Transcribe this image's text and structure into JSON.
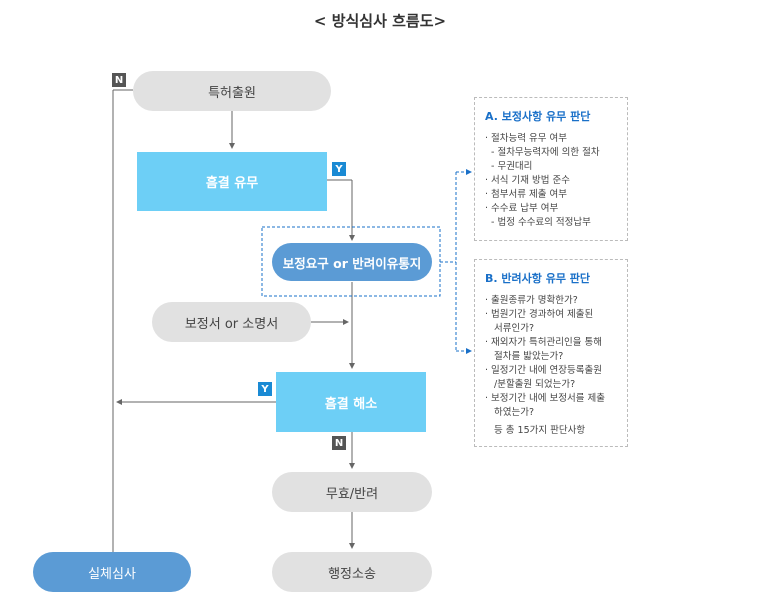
{
  "title": "< 방식심사 흐름도>",
  "nodes": {
    "filing": "특허출원",
    "defect": "흠결 유무",
    "notice": "보정요구 or  반려이유통지",
    "amend": "보정서 or 소명서",
    "resolve": "흠결 해소",
    "invalid": "무효/반려",
    "litigation": "행정소송",
    "exam": "실체심사"
  },
  "tags": {
    "n1": "N",
    "y1": "Y",
    "y2": "Y",
    "n2": "N"
  },
  "panel_a": {
    "title": "A. 보정사항 유무 판단",
    "lines": [
      "· 절차능력 유무 여부",
      "- 절차무능력자에 의한 절차",
      "- 무권대리",
      "· 서식 기재 방법 준수",
      "· 첨부서류 제출 여부",
      "· 수수료 납부 여부",
      "- 법정 수수료의 적정납부"
    ]
  },
  "panel_b": {
    "title": "B. 반려사항 유무 판단",
    "lines": [
      "· 출원종류가 명확한가?",
      "· 법원기간 경과하여 제출된",
      "서류인가?",
      "· 재외자가 특허관리인을 통해",
      "절차를 밟았는가?",
      "· 일정기간 내에 연장등록출원",
      "/분할출원 되었는가?",
      "· 보정기간 내에 보정서를 제출",
      "하였는가?"
    ],
    "footer": "등 총 15가지 판단사항"
  }
}
